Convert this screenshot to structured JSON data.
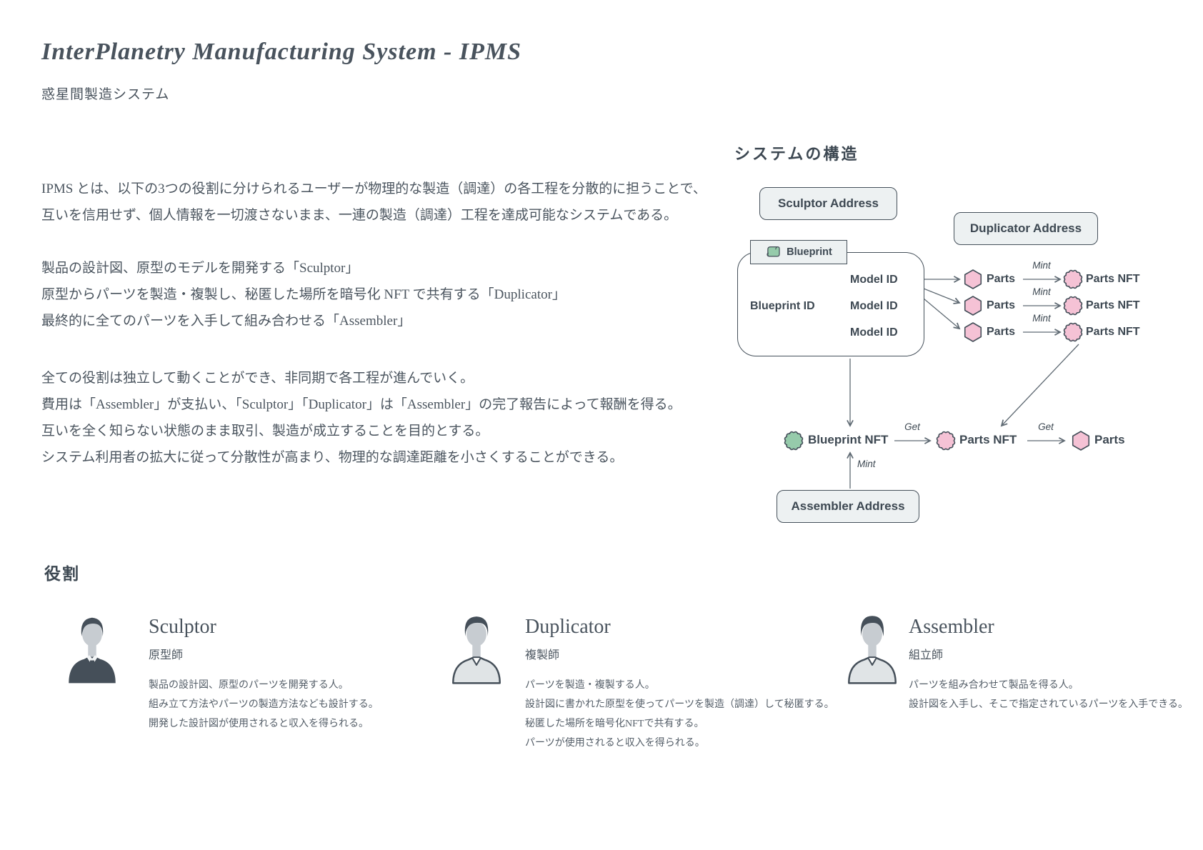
{
  "header": {
    "title": "InterPlanetry Manufacturing System - IPMS",
    "subtitle": "惑星間製造システム"
  },
  "intro": {
    "p1": [
      "IPMS とは、以下の3つの役割に分けられるユーザーが物理的な製造（調達）の各工程を分散的に担うことで、",
      "互いを信用せず、個人情報を一切渡さないまま、一連の製造（調達）工程を達成可能なシステムである。"
    ],
    "p2": [
      "製品の設計図、原型のモデルを開発する「Sculptor」",
      "原型からパーツを製造・複製し、秘匿した場所を暗号化 NFT で共有する「Duplicator」",
      "最終的に全てのパーツを入手して組み合わせる「Assembler」"
    ],
    "p3": [
      "全ての役割は独立して動くことができ、非同期で各工程が進んでいく。",
      "費用は「Assembler」が支払い、「Sculptor」「Duplicator」は「Assembler」の完了報告によって報酬を得る。",
      "互いを全く知らない状態のまま取引、製造が成立することを目的とする。",
      "システム利用者の拡大に従って分散性が高まり、物理的な調達距離を小さくすることができる。"
    ]
  },
  "diagram": {
    "title": "システムの構造",
    "sculptor_address": "Sculptor Address",
    "duplicator_address": "Duplicator Address",
    "assembler_address": "Assembler Address",
    "blueprint_label": "Blueprint",
    "blueprint_id": "Blueprint ID",
    "model_id": "Model ID",
    "parts": "Parts",
    "parts_nft": "Parts NFT",
    "blueprint_nft": "Blueprint NFT",
    "mint_label": "Mint",
    "get_label": "Get",
    "colors": {
      "pink": "#f5c2d5",
      "green": "#96cbab",
      "outline": "#45505a",
      "arrow": "#5f6a73",
      "box_bg": "#edf1f2"
    }
  },
  "roles": {
    "title": "役割",
    "cards": [
      {
        "name": "Sculptor",
        "name_ja": "原型師",
        "lines": [
          "製品の設計図、原型のパーツを開発する人。",
          "組み立て方法やパーツの製造方法なども設計する。",
          "開発した設計図が使用されると収入を得られる。"
        ]
      },
      {
        "name": "Duplicator",
        "name_ja": "複製師",
        "lines": [
          "パーツを製造・複製する人。",
          "設計図に書かれた原型を使ってパーツを製造（調達）して秘匿する。",
          "秘匿した場所を暗号化NFTで共有する。",
          "パーツが使用されると収入を得られる。"
        ]
      },
      {
        "name": "Assembler",
        "name_ja": "組立師",
        "lines": [
          "パーツを組み合わせて製品を得る人。",
          "設計図を入手し、そこで指定されているパーツを入手できる。"
        ]
      }
    ]
  }
}
